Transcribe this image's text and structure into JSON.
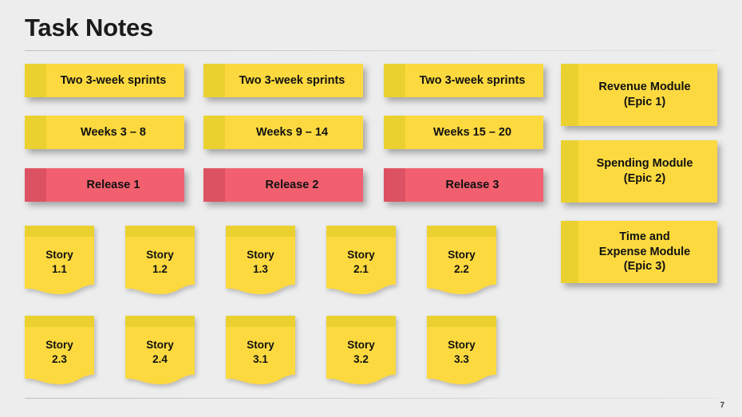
{
  "page": {
    "title": "Task Notes",
    "page_number": "7",
    "background_color": "#ededed",
    "note_yellow": "#fcd93f",
    "note_yellow_band": "#ead12f",
    "note_red": "#f2606f",
    "note_red_band": "#dd5263",
    "text_color": "#111111"
  },
  "columns": [
    {
      "sprint": "Two 3-week sprints",
      "weeks": "Weeks 3 – 8",
      "release": "Release 1"
    },
    {
      "sprint": "Two 3-week sprints",
      "weeks": "Weeks 9 – 14",
      "release": "Release 2"
    },
    {
      "sprint": "Two 3-week sprints",
      "weeks": "Weeks 15 – 20",
      "release": "Release 3"
    }
  ],
  "epics": [
    {
      "label": "Revenue Module\n(Epic 1)"
    },
    {
      "label": "Spending Module\n(Epic 2)"
    },
    {
      "label": "Time and\nExpense Module\n(Epic 3)"
    }
  ],
  "stories": {
    "row1": [
      {
        "label": "Story\n1.1"
      },
      {
        "label": "Story\n1.2"
      },
      {
        "label": "Story\n1.3"
      },
      {
        "label": "Story\n2.1"
      },
      {
        "label": "Story\n2.2"
      }
    ],
    "row2": [
      {
        "label": "Story\n2.3"
      },
      {
        "label": "Story\n2.4"
      },
      {
        "label": "Story\n3.1"
      },
      {
        "label": "Story\n3.2"
      },
      {
        "label": "Story\n3.3"
      }
    ]
  }
}
